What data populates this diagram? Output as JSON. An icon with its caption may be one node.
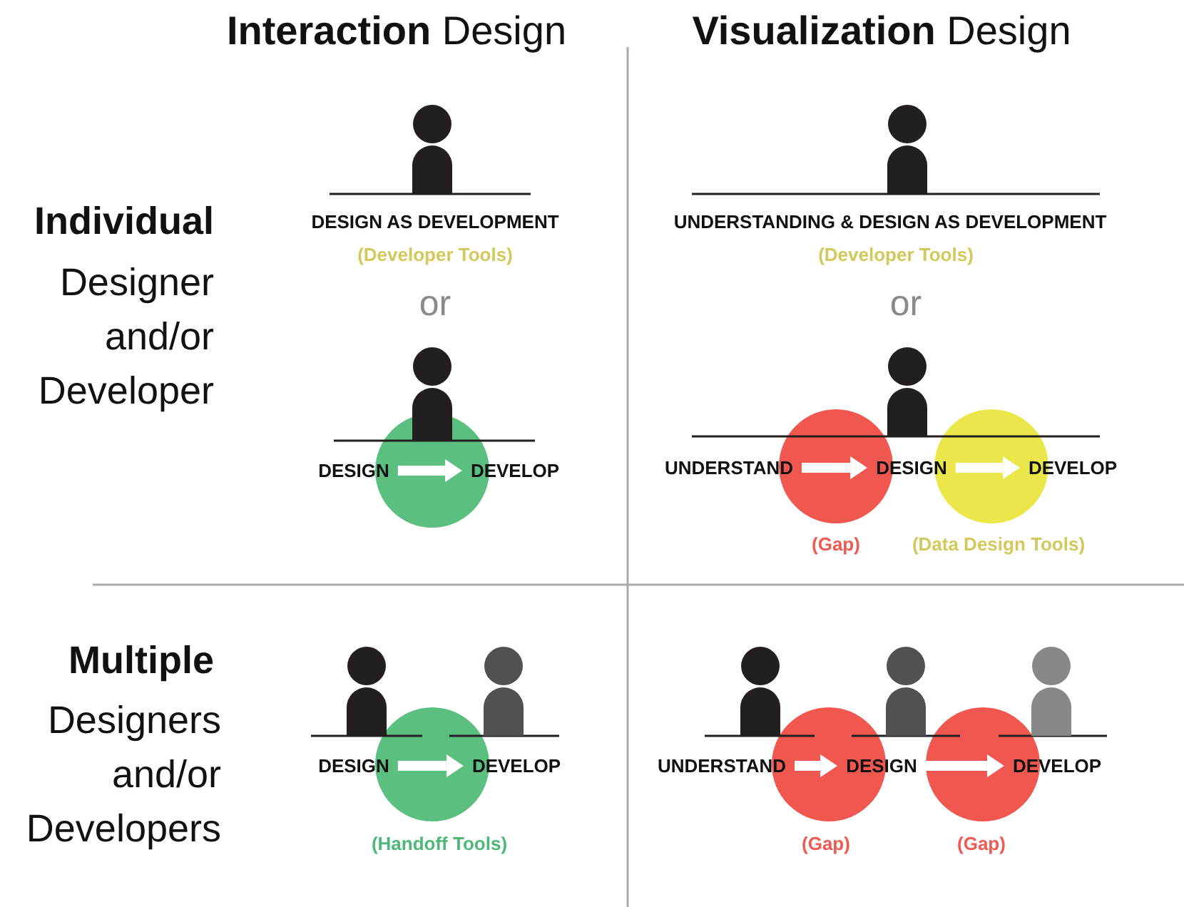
{
  "diagram": {
    "nodes": [
      {
        "text": [
          "DESIGN"
        ]
      },
      {
        "text": [
          "DEVELOP"
        ]
      },
      {
        "text": [
          "UNDERSTAND"
        ]
      },
      {
        "text": [
          "DESIGN"
        ]
      },
      {
        "text": [
          "DEVELOP"
        ]
      },
      {
        "text": [
          "DESIGN"
        ]
      },
      {
        "text": [
          "DEVELOP"
        ]
      },
      {
        "text": [
          "UNDERSTAND"
        ]
      },
      {
        "text": [
          "DESIGN"
        ]
      },
      {
        "text": [
          "DEVELOP"
        ]
      }
    ],
    "edges": [
      {
        "from": 0,
        "to": 1,
        "arrow": "to"
      },
      {
        "from": 2,
        "to": 3,
        "arrow": "to"
      },
      {
        "from": 3,
        "to": 4,
        "arrow": "to"
      },
      {
        "from": 5,
        "to": 6,
        "arrow": "to"
      },
      {
        "from": 7,
        "to": 8,
        "arrow": "to"
      },
      {
        "from": 8,
        "to": 9,
        "arrow": "to"
      }
    ],
    "labels": [
      "**Interaction** Design",
      "**Visualization** Design",
      "Individual",
      "Designer and/or Developer",
      "DESIGN AS DEVELOPMENT",
      "(Developer Tools)",
      "or",
      "UNDERSTANDING & DESIGN AS DEVELOPMENT",
      "(Developer Tools)",
      "or",
      "(Gap)",
      "(Data Design Tools)",
      "Multiple",
      "Designers and/or Developers",
      "(Handoff Tools)",
      "(Gap)",
      "(Gap)"
    ]
  }
}
